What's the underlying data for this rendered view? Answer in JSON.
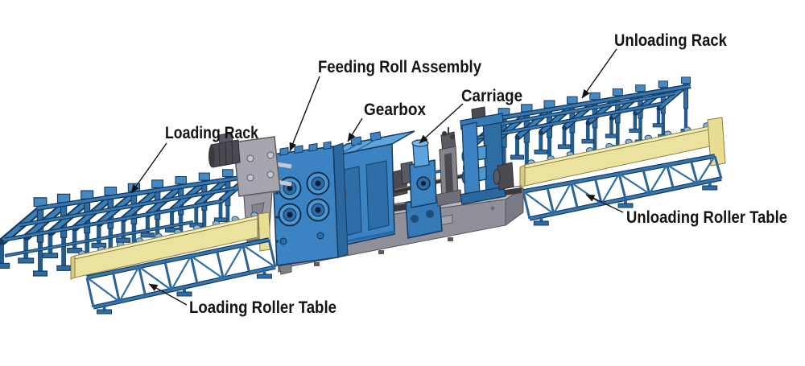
{
  "diagram": {
    "type": "labeled-machine-illustration",
    "callouts": [
      {
        "id": "loading-rack",
        "label": "Loading Rack"
      },
      {
        "id": "feeding-roll-assembly",
        "label": "Feeding Roll Assembly"
      },
      {
        "id": "gearbox",
        "label": "Gearbox"
      },
      {
        "id": "carriage",
        "label": "Carriage"
      },
      {
        "id": "unloading-rack",
        "label": "Unloading Rack"
      },
      {
        "id": "unloading-roller-table",
        "label": "Unloading Roller Table"
      },
      {
        "id": "loading-roller-table",
        "label": "Loading Roller Table"
      }
    ]
  },
  "colors": {
    "background": "#ffffff",
    "label_text": "#141414",
    "machine_blue": "#3b83c2",
    "machine_blue_light": "#5ea4dd",
    "rack_blue": "#2e6da4",
    "rack_blue_dark": "#173a5c",
    "beam_yellow": "#eae29e",
    "beam_yellow_light": "#f4eeb9",
    "beam_yellow_dark": "#8a7f45",
    "bed_gray": "#90909a",
    "bed_gray_top": "#b8b8c0",
    "bed_gray_dark": "#6e6e76",
    "detail_dark": "#4a4a52"
  }
}
